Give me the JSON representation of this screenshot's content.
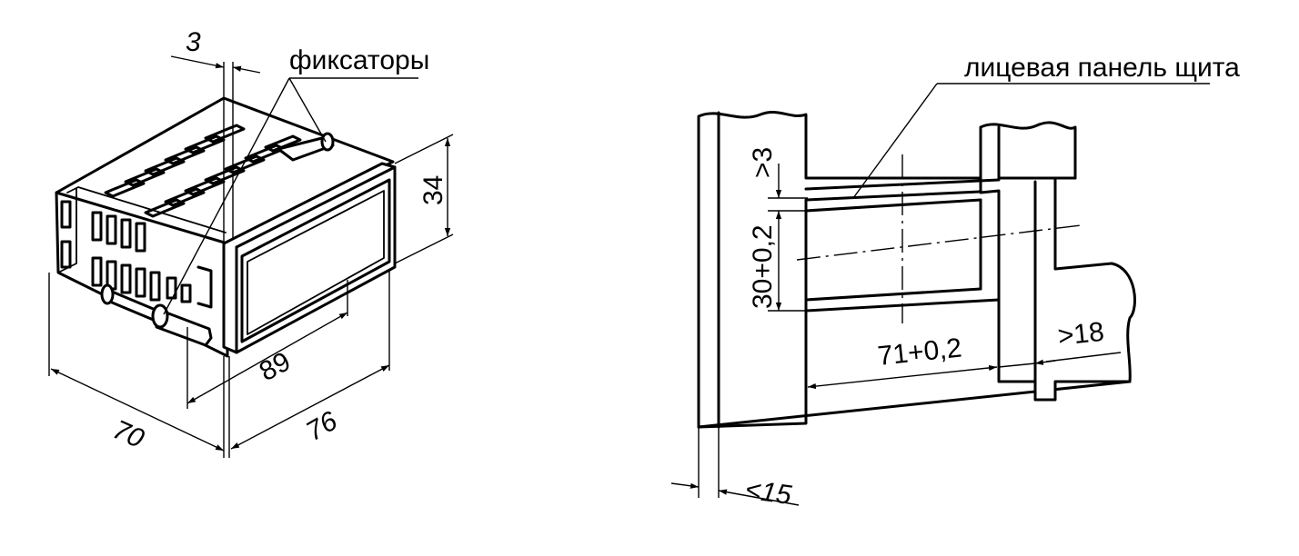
{
  "left_view": {
    "latches_label": "фиксаторы",
    "dim_3": "3",
    "dim_34": "34",
    "dim_89": "89",
    "dim_70": "70",
    "dim_76": "76"
  },
  "right_view": {
    "panel_label": "лицевая панель щита",
    "dim_gt3": ">3",
    "dim_height": "30+0,2",
    "dim_width": "71+0,2",
    "dim_gt18": ">18",
    "dim_lt15": "<15"
  }
}
